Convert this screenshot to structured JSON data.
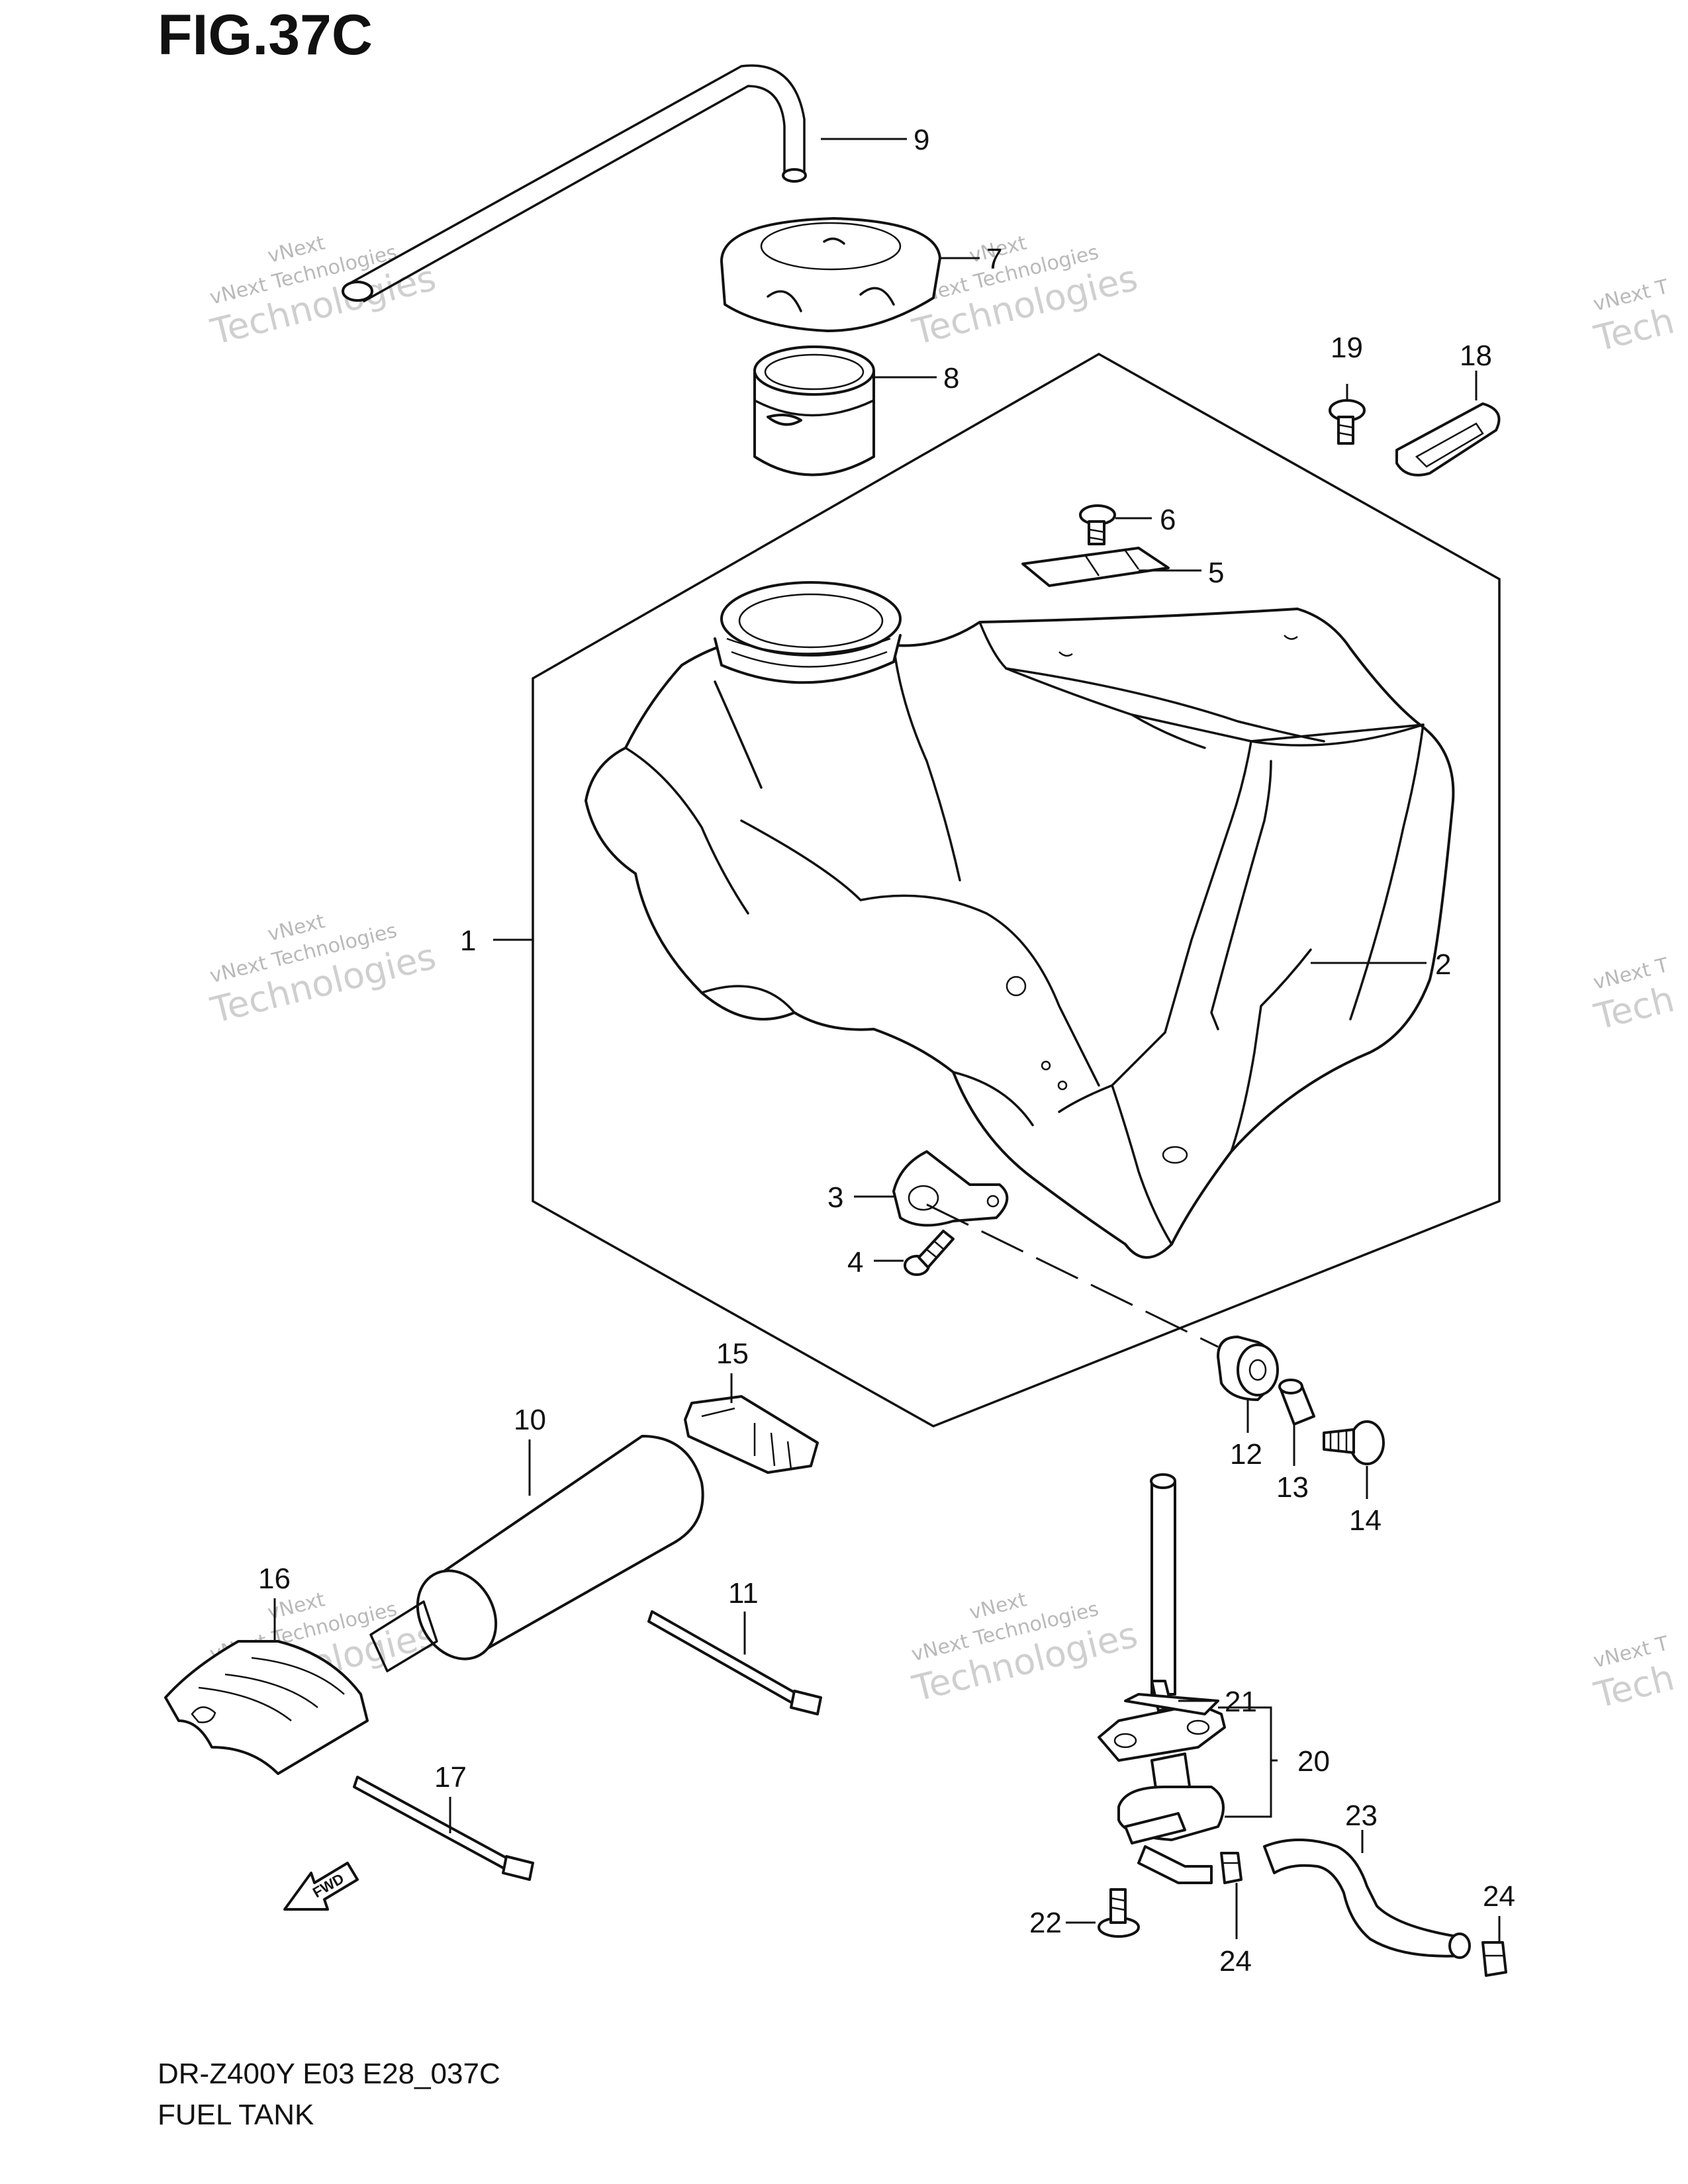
{
  "figure": {
    "title": "FIG.37C",
    "code": "DR-Z400Y E03 E28_037C",
    "name": "FUEL TANK"
  },
  "watermark": {
    "line1": "vNext Technologies",
    "line2": "Technologies",
    "top": "vNext"
  },
  "fwd_label": "FWD",
  "callouts": [
    {
      "id": "c1",
      "label": "1"
    },
    {
      "id": "c2",
      "label": "2"
    },
    {
      "id": "c3",
      "label": "3"
    },
    {
      "id": "c4",
      "label": "4"
    },
    {
      "id": "c5",
      "label": "5"
    },
    {
      "id": "c6",
      "label": "6"
    },
    {
      "id": "c7",
      "label": "7"
    },
    {
      "id": "c8",
      "label": "8"
    },
    {
      "id": "c9",
      "label": "9"
    },
    {
      "id": "c10",
      "label": "10"
    },
    {
      "id": "c11",
      "label": "11"
    },
    {
      "id": "c12",
      "label": "12"
    },
    {
      "id": "c13",
      "label": "13"
    },
    {
      "id": "c14",
      "label": "14"
    },
    {
      "id": "c15",
      "label": "15"
    },
    {
      "id": "c16",
      "label": "16"
    },
    {
      "id": "c17",
      "label": "17"
    },
    {
      "id": "c18",
      "label": "18"
    },
    {
      "id": "c19",
      "label": "19"
    },
    {
      "id": "c20",
      "label": "20"
    },
    {
      "id": "c21",
      "label": "21"
    },
    {
      "id": "c22",
      "label": "22"
    },
    {
      "id": "c23",
      "label": "23"
    },
    {
      "id": "c24a",
      "label": "24"
    },
    {
      "id": "c24b",
      "label": "24"
    }
  ]
}
